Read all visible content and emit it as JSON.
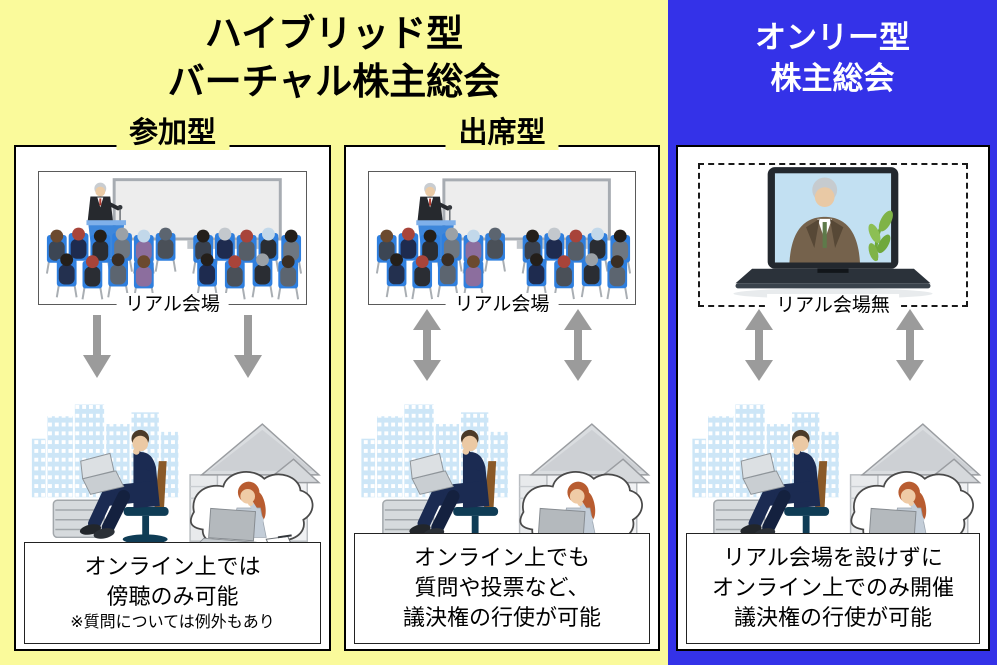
{
  "colors": {
    "hybrid_section_bg": "#FAFA9B",
    "only_section_bg": "#3432E8",
    "hybrid_title_color": "#000000",
    "only_title_color": "#FFFFFF",
    "arrow_gray": "#9B9B9B",
    "chair_blue": "#2F7FDE",
    "panel_border": "#000000"
  },
  "hybrid": {
    "title_line1": "ハイブリッド型",
    "title_line2": "バーチャル株主総会",
    "columns": [
      {
        "label": "参加型",
        "venue_label": "リアル会場",
        "arrows": "one-way-down",
        "description_line1": "オンライン上では",
        "description_line2": "傍聴のみ可能",
        "note": "※質問については例外もあり"
      },
      {
        "label": "出席型",
        "venue_label": "リアル会場",
        "arrows": "two-way",
        "description_line1": "オンライン上でも",
        "description_line2": "質問や投票など、",
        "description_line3": "議決権の行使が可能"
      }
    ]
  },
  "only": {
    "title_line1": "オンリー型",
    "title_line2": "株主総会",
    "venue_label": "リアル会場無",
    "arrows": "two-way",
    "description_line1": "リアル会場を設けずに",
    "description_line2": "オンライン上でのみ開催",
    "description_line3": "議決権の行使が可能"
  }
}
